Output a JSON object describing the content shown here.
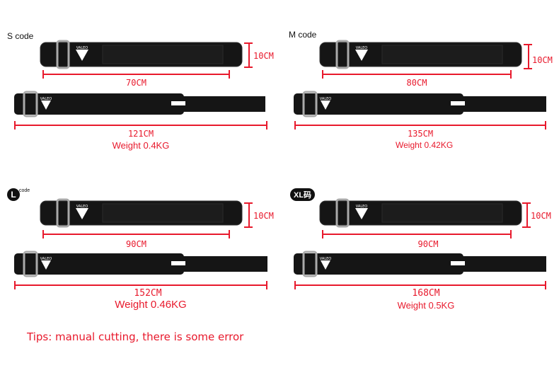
{
  "sizes": [
    {
      "code_label": "S code",
      "width_dim": "10CM",
      "short_dim": "70CM",
      "long_dim": "121CM",
      "weight": "Weight 0.4KG"
    },
    {
      "code_label": "M code",
      "width_dim": "10CM",
      "short_dim": "80CM",
      "long_dim": "135CM",
      "weight": "Weight 0.42KG"
    },
    {
      "code_label": "L",
      "code_sub": "code",
      "width_dim": "10CM",
      "short_dim": "90CM",
      "long_dim": "152CM",
      "weight": "Weight 0.46KG"
    },
    {
      "code_label": "XL码",
      "width_dim": "10CM",
      "short_dim": "90CM",
      "long_dim": "168CM",
      "weight": "Weight 0.5KG"
    }
  ],
  "logo_text": "VALEO",
  "tips": "Tips: manual cutting, there is some error",
  "colors": {
    "accent": "#e8192c",
    "belt": "#111111",
    "background": "#ffffff"
  }
}
